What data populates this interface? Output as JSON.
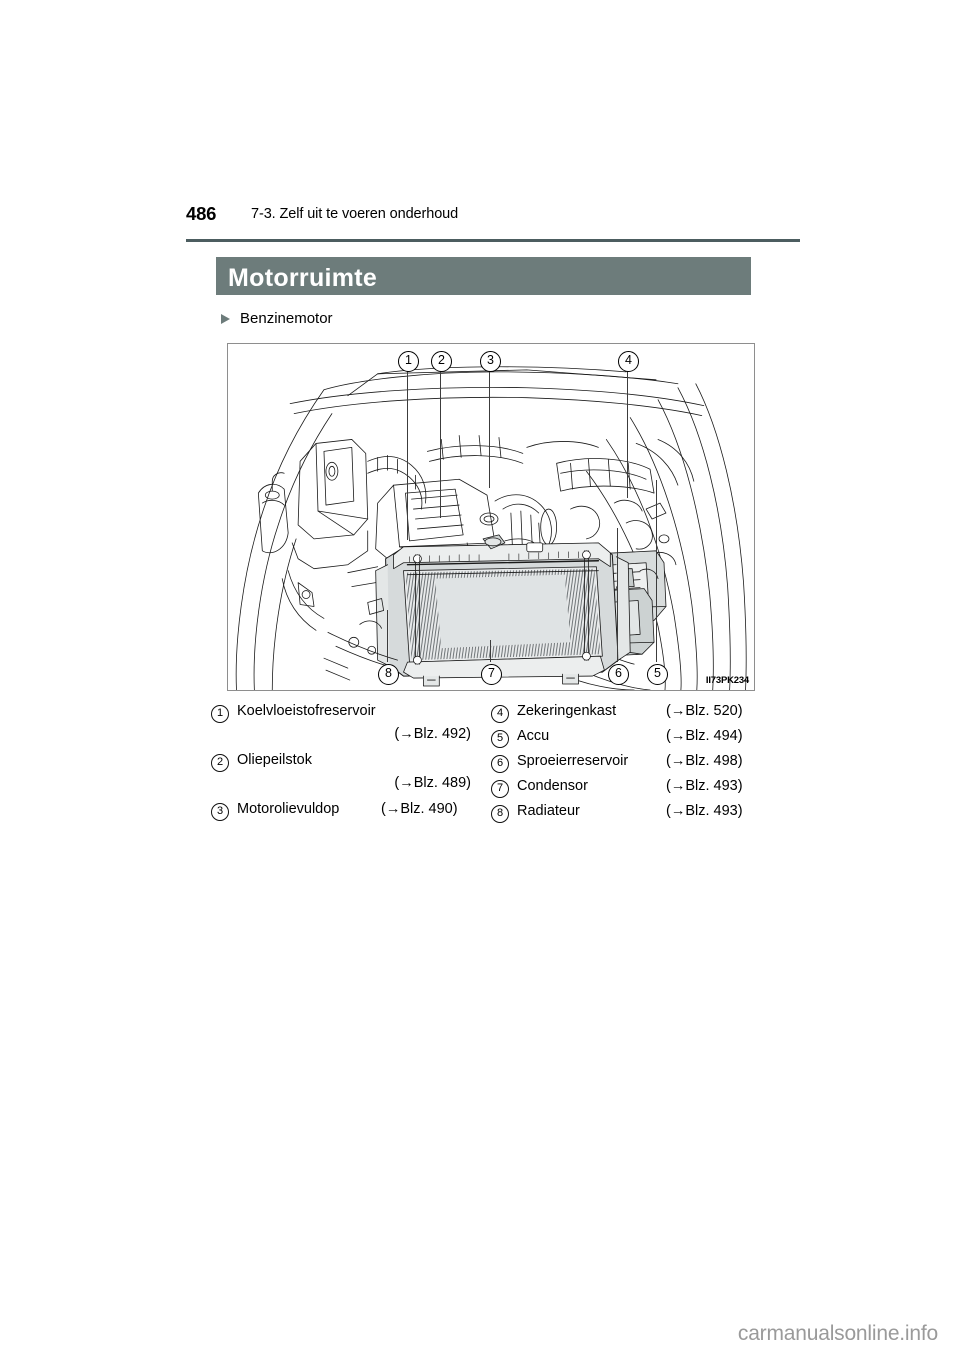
{
  "page": {
    "number": "486",
    "breadcrumb": "7-3. Zelf uit te voeren onderhoud",
    "watermark": "carmanualsonline.info"
  },
  "section": {
    "title": "Motorruimte",
    "subheading": "Benzinemotor"
  },
  "figure": {
    "code": "II73PK234",
    "alt_name": "engine-compartment-diagram",
    "callouts": [
      {
        "number": "1",
        "position": "top"
      },
      {
        "number": "2",
        "position": "top"
      },
      {
        "number": "3",
        "position": "top"
      },
      {
        "number": "4",
        "position": "top"
      },
      {
        "number": "5",
        "position": "bottom"
      },
      {
        "number": "6",
        "position": "bottom"
      },
      {
        "number": "7",
        "position": "bottom"
      },
      {
        "number": "8",
        "position": "bottom"
      }
    ]
  },
  "legend": {
    "left": [
      {
        "number": "1",
        "label": "Koelvloeistofreservoir",
        "ref": "Blz. 492",
        "wrapped": true
      },
      {
        "number": "2",
        "label": "Oliepeilstok",
        "ref": "Blz. 489",
        "wrapped": true
      },
      {
        "number": "3",
        "label": "Motorolievuldop",
        "ref": "Blz. 490",
        "wrapped": false
      }
    ],
    "right": [
      {
        "number": "4",
        "label": "Zekeringenkast",
        "ref": "Blz. 520"
      },
      {
        "number": "5",
        "label": "Accu",
        "ref": "Blz. 494"
      },
      {
        "number": "6",
        "label": "Sproeierreservoir",
        "ref": "Blz. 498"
      },
      {
        "number": "7",
        "label": "Condensor",
        "ref": "Blz. 493"
      },
      {
        "number": "8",
        "label": "Radiateur",
        "ref": "Blz. 493"
      }
    ]
  },
  "colors": {
    "title_bar": "#6d7c7b",
    "rule": "#4c5d60",
    "figure_border": "#8e8e8e",
    "watermark": "#9a9a9a"
  }
}
